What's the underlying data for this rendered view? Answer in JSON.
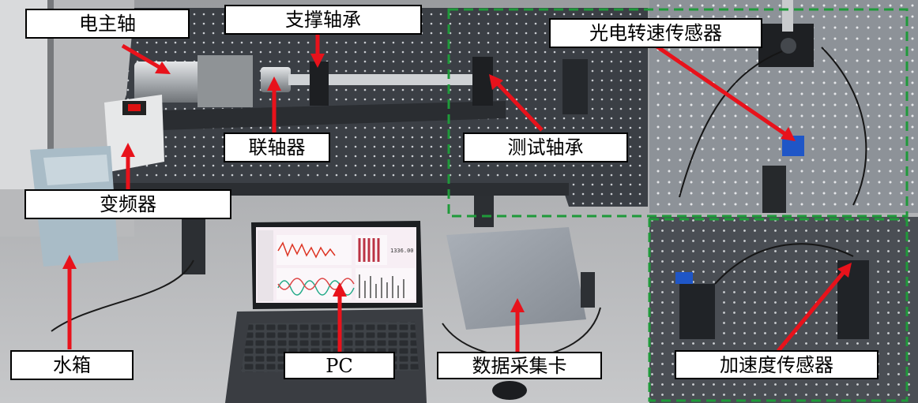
{
  "labels": {
    "spindle": "电主轴",
    "support_bearing": "支撑轴承",
    "optical_speed_sensor": "光电转速传感器",
    "coupling": "联轴器",
    "test_bearing": "测试轴承",
    "inverter": "变频器",
    "water_tank": "水箱",
    "pc": "PC",
    "daq_card": "数据采集卡",
    "accel_sensor": "加速度传感器"
  },
  "screen": {
    "readout": "1336.00"
  },
  "colors": {
    "arrow": "#e8121b",
    "dashed_box": "#1f9a3a",
    "label_bg": "#ffffff",
    "label_border": "#000000"
  }
}
